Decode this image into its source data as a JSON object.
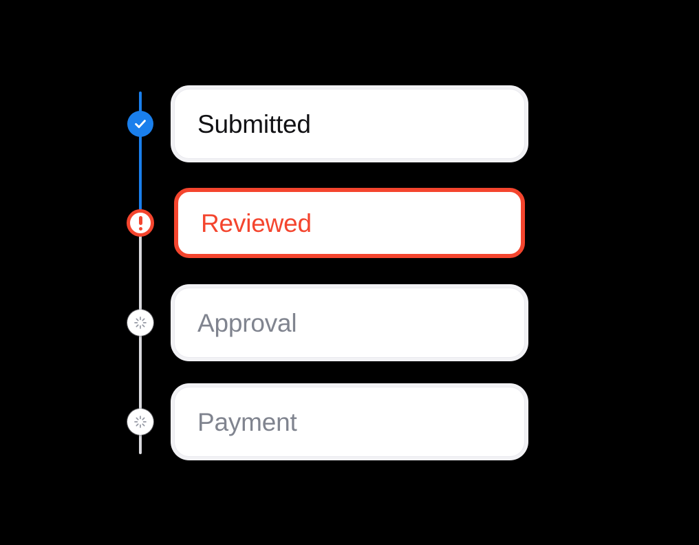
{
  "background_color": "#000000",
  "theme": {
    "accent_complete": "#1a7fec",
    "accent_error": "#f4452e",
    "text_complete": "#111114",
    "text_pending": "#80848f",
    "card_background": "#ffffff",
    "rail_complete": "#1a7fec",
    "rail_pending": "#d9d9de"
  },
  "stepper": {
    "steps": [
      {
        "label": "Submitted",
        "state": "completed",
        "icon": "check-icon",
        "marker_color": "#1a7fec",
        "label_color": "#111114"
      },
      {
        "label": "Reviewed",
        "state": "error",
        "icon": "alert-exclamation-icon",
        "marker_color": "#f4452e",
        "label_color": "#f4452e"
      },
      {
        "label": "Approval",
        "state": "pending",
        "icon": "spinner-icon",
        "marker_color": "#ffffff",
        "label_color": "#80848f"
      },
      {
        "label": "Payment",
        "state": "pending",
        "icon": "spinner-icon",
        "marker_color": "#ffffff",
        "label_color": "#80848f"
      }
    ]
  }
}
